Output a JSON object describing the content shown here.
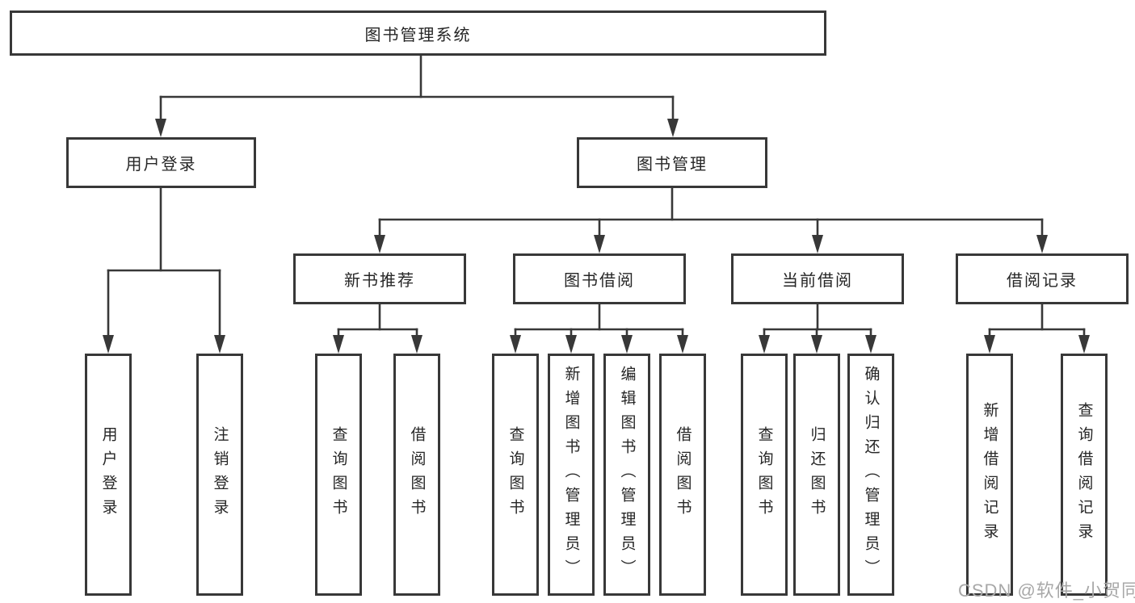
{
  "diagram": {
    "title_node": {
      "label": "图书管理系统"
    },
    "level2": [
      {
        "label": "用户登录"
      },
      {
        "label": "图书管理"
      }
    ],
    "level3": [
      {
        "label": "新书推荐",
        "parent": "图书管理"
      },
      {
        "label": "图书借阅",
        "parent": "图书管理"
      },
      {
        "label": "当前借阅",
        "parent": "图书管理"
      },
      {
        "label": "借阅记录",
        "parent": "图书管理"
      }
    ],
    "leaves": [
      {
        "label": "用户登录",
        "parent": "用户登录"
      },
      {
        "label": "注销登录",
        "parent": "用户登录"
      },
      {
        "label": "查询图书",
        "parent": "新书推荐"
      },
      {
        "label": "借阅图书",
        "parent": "新书推荐"
      },
      {
        "label": "查询图书",
        "parent": "图书借阅"
      },
      {
        "label": "新增图书（管理员）",
        "parent": "图书借阅"
      },
      {
        "label": "编辑图书（管理员）",
        "parent": "图书借阅"
      },
      {
        "label": "借阅图书",
        "parent": "图书借阅"
      },
      {
        "label": "查询图书",
        "parent": "当前借阅"
      },
      {
        "label": "归还图书",
        "parent": "当前借阅"
      },
      {
        "label": "确认归还（管理员）",
        "parent": "当前借阅"
      },
      {
        "label": "新增借阅记录",
        "parent": "借阅记录"
      },
      {
        "label": "查询借阅记录",
        "parent": "借阅记录"
      }
    ]
  },
  "watermark": {
    "text": "CSDN @软件_小贺同学"
  },
  "colors": {
    "line": "#383838",
    "box_border": "#383838",
    "box_background": "#ffffff",
    "text": "#262626",
    "watermark": "#a8a8a8",
    "page_background": "#ffffff"
  }
}
